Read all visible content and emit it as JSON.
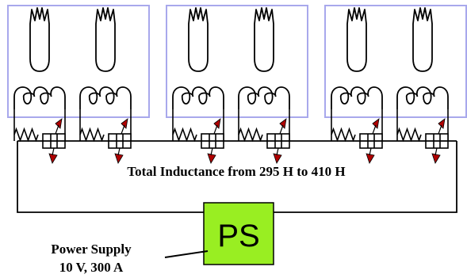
{
  "caption": "Total Inductance from 295 H to 410 H",
  "power_supply": {
    "box_label": "PS",
    "title": "Power Supply",
    "spec": "10 V, 300 A"
  },
  "modules": [
    {
      "units": 2
    },
    {
      "units": 2
    },
    {
      "units": 2
    }
  ],
  "colors": {
    "module_border": "#a8a8ec",
    "ps_fill": "#99ee22",
    "diode": "#b00000",
    "wire": "#000000"
  },
  "icons": {
    "magnet": "magnet-coil-icon",
    "inductor": "inductor-coil-icon",
    "resistor": "resistor-icon",
    "diode": "diode-pair-icon"
  }
}
